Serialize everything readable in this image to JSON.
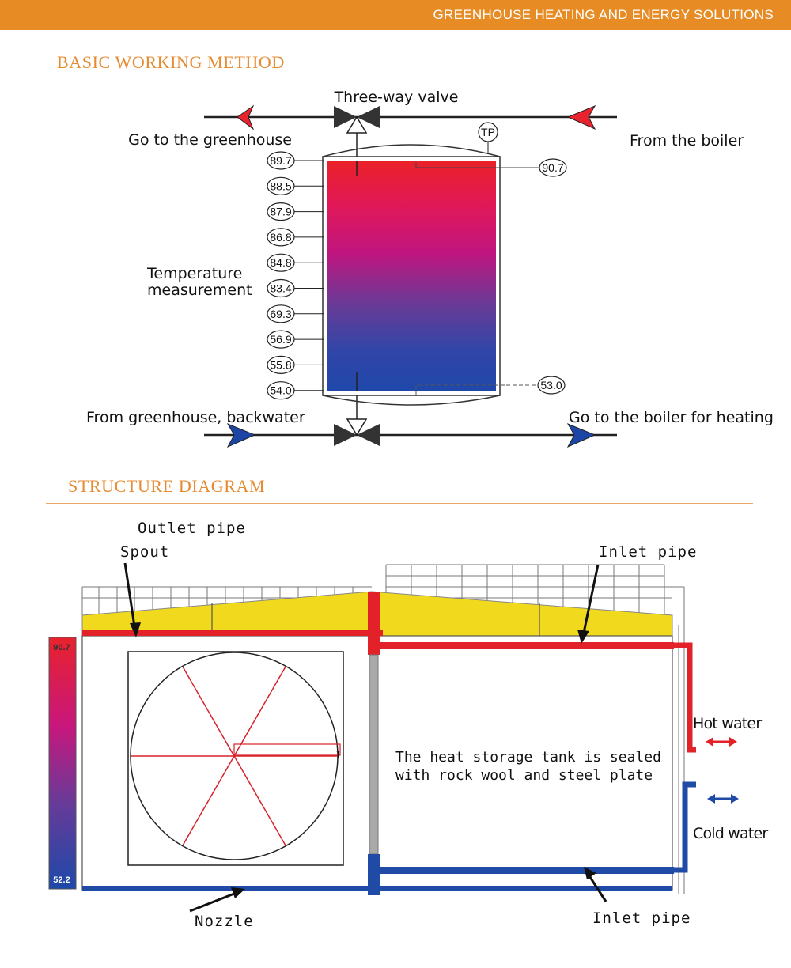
{
  "header": {
    "banner_title": "GREENHOUSE HEATING AND ENERGY SOLUTIONS"
  },
  "working_method": {
    "section_title": "BASIC WORKING METHOD",
    "labels": {
      "three_way_valve": "Three-way valve",
      "go_to_greenhouse": "Go to the greenhouse",
      "from_boiler": "From the boiler",
      "temperature_measurement_line1": "Temperature",
      "temperature_measurement_line2": "measurement",
      "from_greenhouse_backwater": "From greenhouse, backwater",
      "go_to_boiler": "Go to the boiler for heating",
      "tp": "TP"
    },
    "sensor_readings": [
      "89.7",
      "88.5",
      "87.9",
      "86.8",
      "84.8",
      "83.4",
      "69.3",
      "56.9",
      "55.8",
      "54.0"
    ],
    "top_outlet_reading": "90.7",
    "bottom_outlet_reading": "53.0",
    "colors": {
      "hot": "#e8232e",
      "mid": "#c1127f",
      "cold": "#1e43a8",
      "arrow_red": "#e8232e",
      "arrow_blue": "#1c46a6"
    }
  },
  "structure": {
    "section_title": "STRUCTURE DIAGRAM",
    "labels": {
      "outlet_pipe": "Outlet pipe",
      "spout": "Spout",
      "inlet_pipe_top": "Inlet pipe",
      "hot_water": "Hot water",
      "cold_water": "Cold water",
      "nozzle": "Nozzle",
      "inlet_pipe_bottom": "Inlet pipe",
      "tank_note": "The heat storage tank is sealed\nwith rock wool and steel plate"
    },
    "scale": {
      "max": "90.7",
      "min": "52.2"
    },
    "colors": {
      "roof": "#f1da1e",
      "pipe_hot": "#e32128",
      "pipe_cold": "#1f4aa6",
      "insulation": "#a9a9a9"
    }
  }
}
